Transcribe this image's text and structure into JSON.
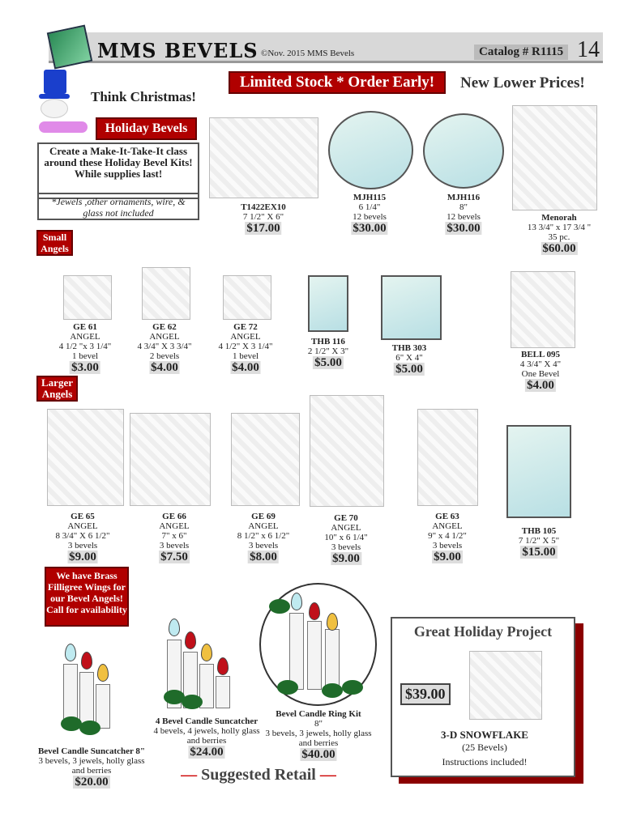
{
  "header": {
    "brand": "MMS BEVELS",
    "copyright": "©Nov. 2015 MMS Bevels",
    "catalog": "Catalog # R1115",
    "page": "14"
  },
  "banners": {
    "limited": "Limited Stock * Order Early!",
    "lower_prices": "New Lower Prices!"
  },
  "promo": {
    "think": "Think Christmas!",
    "holiday": "Holiday Bevels",
    "class_text": "Create a Make-It-Take-It class around these Holiday Bevel Kits! While supplies last!",
    "note": "*Jewels ,other ornaments, wire, & glass not included"
  },
  "sections": {
    "small": "Small Angels",
    "larger": "Larger Angels"
  },
  "products": [
    {
      "code": "T1422EX10",
      "lines": [
        "7 1/2\" X 6\""
      ],
      "price": "$17.00"
    },
    {
      "code": "MJH115",
      "lines": [
        "6 1/4\"",
        "12 bevels"
      ],
      "price": "$30.00"
    },
    {
      "code": "MJH116",
      "lines": [
        "8\"",
        "12 bevels"
      ],
      "price": "$30.00"
    },
    {
      "code": "Menorah",
      "lines": [
        "13 3/4\" x 17 3/4 \"",
        "35 pc."
      ],
      "price": "$60.00"
    },
    {
      "code": "GE 61",
      "lines": [
        "ANGEL",
        "4 1/2 \"x 3 1/4\"",
        "1 bevel"
      ],
      "price": "$3.00"
    },
    {
      "code": "GE 62",
      "lines": [
        "ANGEL",
        "4 3/4\" X 3 3/4\"",
        "2 bevels"
      ],
      "price": "$4.00"
    },
    {
      "code": "GE 72",
      "lines": [
        "ANGEL",
        "4 1/2\" X 3 1/4\"",
        "1 bevel"
      ],
      "price": "$4.00"
    },
    {
      "code": "THB 116",
      "lines": [
        "2 1/2\" X 3\""
      ],
      "price": "$5.00"
    },
    {
      "code": "THB 303",
      "lines": [
        "6\" X 4\""
      ],
      "price": "$5.00"
    },
    {
      "code": "BELL 095",
      "lines": [
        "4 3/4\" X 4\"",
        "One Bevel"
      ],
      "price": "$4.00"
    },
    {
      "code": "GE 65",
      "lines": [
        "ANGEL",
        "8 3/4\" X 6 1/2\"",
        "3 bevels"
      ],
      "price": "$9.00"
    },
    {
      "code": "GE 66",
      "lines": [
        "ANGEL",
        "7\" x 6\"",
        "3 bevels"
      ],
      "price": "$7.50"
    },
    {
      "code": "GE 69",
      "lines": [
        "ANGEL",
        "8 1/2\" x 6 1/2\"",
        "3 bevels"
      ],
      "price": "$8.00"
    },
    {
      "code": "GE 70",
      "lines": [
        "ANGEL",
        "10\" x 6 1/4\"",
        "3 bevels"
      ],
      "price": "$9.00"
    },
    {
      "code": "GE 63",
      "lines": [
        "ANGEL",
        "9\" x 4 1/2\"",
        "3 bevels"
      ],
      "price": "$9.00"
    },
    {
      "code": "THB 105",
      "lines": [
        "7 1/2\" X 5\""
      ],
      "price": "$15.00"
    },
    {
      "code": "Bevel Candle Suncatcher 8\"",
      "lines": [
        "3 bevels, 3 jewels, holly glass",
        "and berries"
      ],
      "price": "$20.00"
    },
    {
      "code": "4 Bevel Candle Suncatcher",
      "lines": [
        "4 bevels, 4 jewels, holly glass",
        "and berries"
      ],
      "price": "$24.00"
    },
    {
      "code": "Bevel Candle Ring Kit",
      "lines": [
        "8\"",
        "3 bevels, 3 jewels, holly glass",
        "and berries"
      ],
      "price": "$40.00"
    }
  ],
  "wings": "We have Brass Filligree Wings for our Bevel Angels! Call for availability",
  "project": {
    "title": "Great Holiday Project",
    "price": "$39.00",
    "name": "3-D  SNOWFLAKE",
    "count": "(25 Bevels)",
    "note": "Instructions included!"
  },
  "footer": "Suggested Retail"
}
